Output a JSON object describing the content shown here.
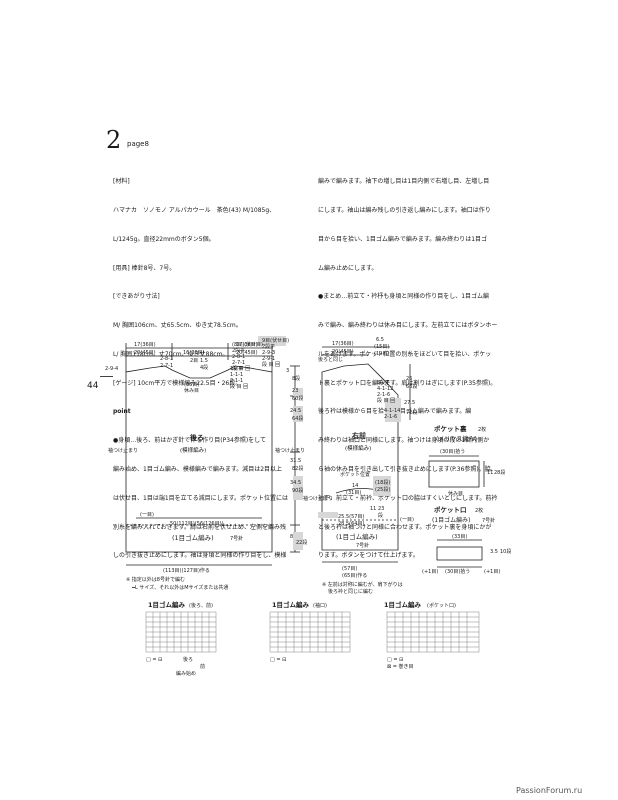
{
  "header": {
    "number": "2",
    "page_ref": "page8"
  },
  "left_text": [
    "[材料]",
    "ハマナカ　ソノモノ アルパカウール　茶色(43) M/1085g、",
    "L/1245g。直径22mmのボタン5個。",
    "[用具] 棒針8号、7号。",
    "[できあがり寸法]",
    "M/ 胸囲106cm、丈65.5cm、ゆき丈78.5cm。",
    "L/ 胸囲118cm、丈70cm、ゆき丈88cm。",
    "[ゲージ] 10cm平方で模様編み22.5目・26段。",
    "point",
    "●身頃…後ろ、前はかぎ針で作る作り目(P34参照)をして",
    "編み始め、1目ゴム編み、模様編みで編みます。減目は2目以上",
    "は伏せ目、1目は端1目を立てる減目にします。ポケット位置には",
    "別糸を編み入れておきます。肩は右前を伏せ止め、左側を編み残",
    "しの引き抜き止めにします。袖は身頃と同様の作り目をし、模様"
  ],
  "right_text": [
    "編みで編みます。袖下の増し目は1目内側で右増し目、左増し目",
    "にします。袖山は編み残しの引き返し編みにします。袖口は作り",
    "目から目を拾い、1目ゴム編みで編みます。編み終わりは1目ゴ",
    "ム編み止めにします。",
    "●まとめ…前立て・衿杼も身頃と同様の作り目をし、1目ゴム編",
    "みで編み、編み終わりは休み目にします。左前立てにはボタンホー",
    "ルをあけます。ポケット位置の別糸をほどいて目を拾い、ポケッ",
    "ト裏とポケット口を編みます。肩は割りはぎにします(P.35参照)。",
    "後ろ衿は模様から目を拾い、1目ゴム編みで編みます。編",
    "み終わりは袖口と同様にします。袖つけは身頃の段の1目内側か",
    "ら袖の休み目を引き出して引き抜き止めにします(P.36参照)。脇、",
    "袖下、前立て・前衿、ポケット口の脇はすくいとじにします。前衿",
    "と後ろ衿は袖つけと同様に合わせます。ポケット裏を身頃にかが",
    "ります。ボタンをつけて仕上げます。"
  ],
  "side_page_number": "44",
  "back_piece": {
    "title": "後ろ",
    "subtitle": "(模様編み)",
    "rib_label": "(1目ゴム編み)",
    "needle_label": "7号針",
    "width_label": "50(112目)(56(126目))",
    "bottom_width": "(113目)(127目)作る",
    "top_left": "17(36目)",
    "top_left2": "20(45目)",
    "top_mid": "16(36目)",
    "top_right": "17(36目)",
    "top_right2": "20(45目)",
    "neck_label": "1.5",
    "neck_rows": "4段",
    "neck_rest": "(36目)\n休み目",
    "neck_dec1": "2-8-1",
    "neck_dec2": "2-7-1",
    "neck_dec3": "段 目 回",
    "neck_mark": "2目",
    "sleeve_left": "袖つけ止まり",
    "sleeve_right": "袖つけ止まり",
    "side_height1": "3",
    "side_height2": "8段",
    "side_height3": "23",
    "side_height4": "60段",
    "side_height5": "24.5",
    "side_height6": "64段",
    "side_height7": "31.5",
    "side_height8": "82段",
    "side_height9": "34.5",
    "side_height10": "90段",
    "side_height11": "8",
    "side_height12": "22段",
    "rib_rows": "(一目)",
    "right_steps": "1目平\n1-1-1\n2-1-1\n段 目 回",
    "shoulder_note": "9目(伏せ目)\n2段平\n2-9-3\n2-9-1\n段 目 回",
    "shoulder_steps": "(8目)(伏せ目)\n2段平\n2-8-1\n2-7-1\n段 目 回",
    "left_shoulder": "2-9-4",
    "left_shoulder2": "(4-4)"
  },
  "front_piece": {
    "title": "右前",
    "subtitle": "(模様編み)",
    "rib_label": "(1目ゴム編み)",
    "needle_label": "7号針",
    "width_label": "25.5(57目)",
    "width_label2": "28.5(64目)",
    "bottom_width": "(57目)",
    "bottom_width2": "(65目)作る",
    "top_a": "17(36目)",
    "top_b": "20(45目)",
    "top_c": "6.5",
    "top_d": "(15目)",
    "top_e": "(19目)",
    "back_same": "後ろと同じ",
    "neck_steps": "8段平\n4-1-12\n2-1-6\n段 目 回",
    "neck_steps2": "4-1-14\n2-1-6",
    "heights": [
      "26",
      "68段",
      "27.5",
      "72段"
    ],
    "pocket_pos": "ポケット位置",
    "pocket_w": "14",
    "pocket_st": "(31目)",
    "pocket_rows": "(18段)",
    "pocket_rows2": "(25段)",
    "pocket_h": "11",
    "pocket_h2": "23",
    "pocket_h3": "段",
    "sleeve_label": "袖つけ止まり",
    "rib_mark": "(一目)",
    "note1": "※ 左前は対称に編むが、肩下がりは",
    "note2": "後ろ衿と同じに編む"
  },
  "footnotes": {
    "note1": "※ 指定以外は8号針で編む",
    "note2": "━L サイズ、それ以外はMサイズまたは共通"
  },
  "pocket_back": {
    "title": "ポケット裏",
    "count": "2枚",
    "subtitle": "(メリヤス編み)",
    "width": "(30目)拾う",
    "height": "11",
    "rows": "28段",
    "rest": "休み目"
  },
  "pocket_mouth": {
    "title": "ポケット口",
    "count": "2枚",
    "subtitle": "(1目ゴム編み)",
    "needle": "7号針",
    "top": "(33目)",
    "bottom": "(30目)拾う",
    "side_left": "(+1目)",
    "side_right": "(+1目)",
    "height": "3.5",
    "rows": "10段"
  },
  "charts": [
    {
      "title": "1目ゴム編み",
      "sub": "(後ろ、前)",
      "legend": "□ = ⊟",
      "marks": [
        "後ろ",
        "前"
      ],
      "foot": "編み始め"
    },
    {
      "title": "1目ゴム編み",
      "sub": "(袖口)",
      "legend": "□ = ⊟"
    },
    {
      "title": "1目ゴム編み",
      "sub": "(ポケット口)",
      "legend": "□ = ⊟",
      "legend2": "⊠ = 巻き目"
    }
  ],
  "watermark": "PassionForum.ru"
}
